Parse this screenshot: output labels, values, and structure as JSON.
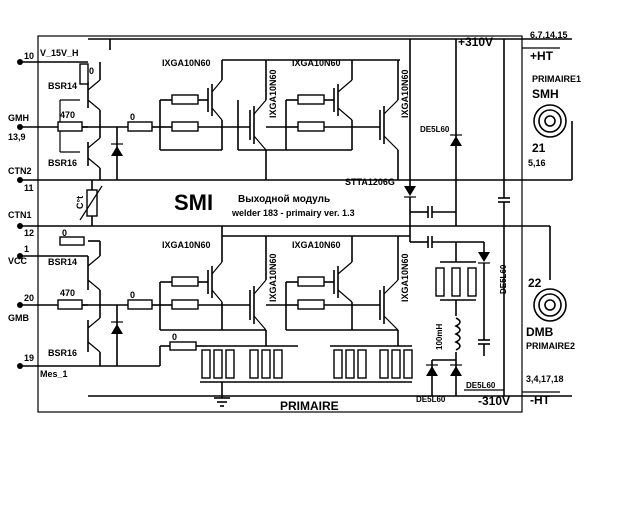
{
  "title": "SMI",
  "subtitle": "Выходной модуль",
  "subtitle2": "welder 183 - primairy ver. 1.3",
  "bottom_label": "PRIMAIRE",
  "rails": {
    "plus": "+310V",
    "minus": "-310V",
    "plus_ht": "+HT",
    "minus_ht": "-HT",
    "pins_top": "6,7,14,15",
    "pins_bottom": "3,4,17,18"
  },
  "connectors": {
    "primaire1": "PRIMAIRE1",
    "smh": "SMH",
    "pin21": "21",
    "pins_516": "5,16",
    "pin22": "22",
    "dmb": "DMB",
    "primaire2": "PRIMAIRE2"
  },
  "left_pins": {
    "p10": "10",
    "v15": "V_15V_H",
    "gmh": "GMH",
    "p139": "13,9",
    "ctn2": "CTN2",
    "p11": "11",
    "ctn1": "CTN1",
    "p12": "12",
    "p1": "1",
    "vcc": "VCC",
    "p20": "20",
    "gmb": "GMB",
    "p19": "19",
    "mes": "Mes_1"
  },
  "components": {
    "bsr14_top": "BSR14",
    "bsr16_top": "BSR16",
    "bsr14_bot": "BSR14",
    "bsr16_bot": "BSR16",
    "r470_top": "470",
    "r470_bot": "470",
    "r0_a": "0",
    "r0_b": "0",
    "r0_c": "0",
    "r0_d": "0",
    "r0_e": "0",
    "igbt": [
      "IXGA10N60",
      "IXGA10N60",
      "IXGA10N60",
      "IXGA10N60",
      "IXGA10N60",
      "IXGA10N60",
      "IXGA10N60",
      "IXGA10N60"
    ],
    "stta": "STTA1206G",
    "de5l60": [
      "DE5L60",
      "DE5L60",
      "DE5L60",
      "DE5L60"
    ],
    "inductor": "100mH",
    "ctn": "C°t"
  }
}
